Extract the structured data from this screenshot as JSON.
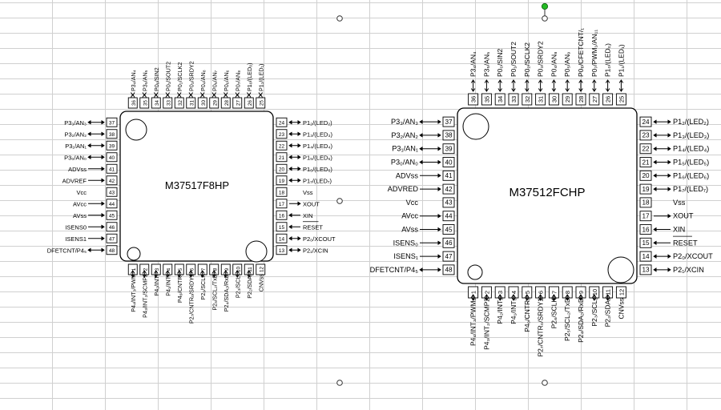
{
  "sheet": {
    "grid_color": "#d0d0d0",
    "selected_object": "right-chip-picture",
    "handle_color": "#ffffff",
    "rotate_handle_color": "#22bb22"
  },
  "chips": [
    {
      "id": "left",
      "name": "M37517F8HP",
      "left_pins": [
        {
          "num": "37",
          "label": "P3₃/AN₃",
          "dir": "in-out"
        },
        {
          "num": "38",
          "label": "P3₂/AN₂",
          "dir": "in-out"
        },
        {
          "num": "39",
          "label": "P3₁/AN₁",
          "dir": "in-out"
        },
        {
          "num": "40",
          "label": "P3₀/AN₀",
          "dir": "in-out"
        },
        {
          "num": "41",
          "label": "ADVss",
          "dir": "in"
        },
        {
          "num": "42",
          "label": "ADVREF",
          "dir": "in"
        },
        {
          "num": "43",
          "label": "Vcc",
          "dir": "none"
        },
        {
          "num": "44",
          "label": "AVcc",
          "dir": "in"
        },
        {
          "num": "45",
          "label": "AVss",
          "dir": "in"
        },
        {
          "num": "46",
          "label": "ISENS0",
          "dir": "in"
        },
        {
          "num": "47",
          "label": "ISENS1",
          "dir": "in"
        },
        {
          "num": "48",
          "label": "DFETCNT/P4₅",
          "dir": "in-out"
        }
      ],
      "right_pins": [
        {
          "num": "24",
          "label": "P1₂/(LED₂)",
          "dir": "in-out"
        },
        {
          "num": "23",
          "label": "P1₃/(LED₃)",
          "dir": "in-out"
        },
        {
          "num": "22",
          "label": "P1₄/(LED₄)",
          "dir": "in-out"
        },
        {
          "num": "21",
          "label": "P1₅/(LED₅)",
          "dir": "in-out"
        },
        {
          "num": "20",
          "label": "P1₆/(LED₆)",
          "dir": "in-out"
        },
        {
          "num": "19",
          "label": "P1₇/(LED₇)",
          "dir": "in-out"
        },
        {
          "num": "18",
          "label": "Vss",
          "dir": "none"
        },
        {
          "num": "17",
          "label": "XOUT",
          "dir": "out"
        },
        {
          "num": "16",
          "label": "XIN",
          "dir": "in"
        },
        {
          "num": "15",
          "label": "RESET",
          "dir": "in"
        },
        {
          "num": "14",
          "label": "P2₀/XCOUT",
          "dir": "in-out"
        },
        {
          "num": "13",
          "label": "P2₁/XCIN",
          "dir": "in-out"
        }
      ],
      "top_pins": [
        {
          "num": "36",
          "label": "P3₄/AN₄",
          "dir": "in-out"
        },
        {
          "num": "35",
          "label": "P3₅/AN₅",
          "dir": "in-out"
        },
        {
          "num": "34",
          "label": "P0₀/SIN2",
          "dir": "in-out"
        },
        {
          "num": "33",
          "label": "P0₁/SOUT2",
          "dir": "in-out"
        },
        {
          "num": "32",
          "label": "P0₂/SCLK2",
          "dir": "in-out"
        },
        {
          "num": "31",
          "label": "P0₃/SRDY2",
          "dir": "in-out"
        },
        {
          "num": "30",
          "label": "P0₄/AN₈",
          "dir": "in-out"
        },
        {
          "num": "29",
          "label": "P0₅/AN₇",
          "dir": "in-out"
        },
        {
          "num": "28",
          "label": "P0₆/AN₆",
          "dir": "in-out"
        },
        {
          "num": "27",
          "label": "P0₇/AN₈",
          "dir": "in-out"
        },
        {
          "num": "26",
          "label": "P1₀/(LED₀)",
          "dir": "in-out"
        },
        {
          "num": "25",
          "label": "P1₁/(LED₁)",
          "dir": "in-out"
        }
      ],
      "bottom_pins": [
        {
          "num": "1",
          "label": "P4₄/INT₃/PWM",
          "dir": "in-out"
        },
        {
          "num": "2",
          "label": "P4₃/INT₂/SCMP2",
          "dir": "in-out"
        },
        {
          "num": "3",
          "label": "P4₂/INT₁",
          "dir": "in-out"
        },
        {
          "num": "4",
          "label": "P4₁/INT₀",
          "dir": "in-out"
        },
        {
          "num": "5",
          "label": "P4₀/CNTR₁",
          "dir": "in-out"
        },
        {
          "num": "6",
          "label": "P2₇/CNTR₀/SRDY1",
          "dir": "in-out"
        },
        {
          "num": "7",
          "label": "P2₆/SCLK",
          "dir": "in-out"
        },
        {
          "num": "8",
          "label": "P2₅/SCL₂/TxD",
          "dir": "in-out"
        },
        {
          "num": "9",
          "label": "P2₄/SDA₂/RxD",
          "dir": "in-out"
        },
        {
          "num": "10",
          "label": "P2₃/SCL₁",
          "dir": "in-out"
        },
        {
          "num": "11",
          "label": "P2₂/SDA₁",
          "dir": "in-out"
        },
        {
          "num": "12",
          "label": "CNVss",
          "dir": "none"
        }
      ]
    },
    {
      "id": "right",
      "name": "M37512FCHP",
      "left_pins": [
        {
          "num": "37",
          "label": "P3₃/AN₃",
          "dir": "in-out"
        },
        {
          "num": "38",
          "label": "P3₂/AN₂",
          "dir": "in-out"
        },
        {
          "num": "39",
          "label": "P3₁/AN₁",
          "dir": "in-out"
        },
        {
          "num": "40",
          "label": "P3₀/AN₀",
          "dir": "in-out"
        },
        {
          "num": "41",
          "label": "ADVss",
          "dir": "in"
        },
        {
          "num": "42",
          "label": "ADVRED",
          "dir": "in"
        },
        {
          "num": "43",
          "label": "Vcc",
          "dir": "none"
        },
        {
          "num": "44",
          "label": "AVcc",
          "dir": "in"
        },
        {
          "num": "45",
          "label": "AVss",
          "dir": "in"
        },
        {
          "num": "46",
          "label": "ISENS₀",
          "dir": "in"
        },
        {
          "num": "47",
          "label": "ISENS₁",
          "dir": "in"
        },
        {
          "num": "48",
          "label": "DFETCNT/P4₅",
          "dir": "in-out"
        }
      ],
      "right_pins": [
        {
          "num": "24",
          "label": "P1₂/(LED₂)",
          "dir": "in-out"
        },
        {
          "num": "23",
          "label": "P1₃/(LED₃)",
          "dir": "in-out"
        },
        {
          "num": "22",
          "label": "P1₄/(LED₄)",
          "dir": "in-out"
        },
        {
          "num": "21",
          "label": "P1₅/(LED₅)",
          "dir": "in-out"
        },
        {
          "num": "20",
          "label": "P1₆/(LED₆)",
          "dir": "in-out"
        },
        {
          "num": "19",
          "label": "P1₇/(LED₇)",
          "dir": "in-out"
        },
        {
          "num": "18",
          "label": "Vss",
          "dir": "none"
        },
        {
          "num": "17",
          "label": "XOUT",
          "dir": "out"
        },
        {
          "num": "16",
          "label": "XIN",
          "dir": "in"
        },
        {
          "num": "15",
          "label": "RESET",
          "dir": "in"
        },
        {
          "num": "14",
          "label": "P2₀/XCOUT",
          "dir": "in-out"
        },
        {
          "num": "13",
          "label": "P2₁/XCIN",
          "dir": "in-out"
        }
      ],
      "top_pins": [
        {
          "num": "36",
          "label": "P3₄/AN₄",
          "dir": "in-out"
        },
        {
          "num": "35",
          "label": "P3₅/AN₅",
          "dir": "in-out"
        },
        {
          "num": "34",
          "label": "P0₀/SIN2",
          "dir": "in-out"
        },
        {
          "num": "33",
          "label": "P0₁/SOUT2",
          "dir": "in-out"
        },
        {
          "num": "32",
          "label": "P0₂/SCLK2",
          "dir": "in-out"
        },
        {
          "num": "31",
          "label": "P0₃/SRDY2",
          "dir": "in-out"
        },
        {
          "num": "30",
          "label": "P0₄/AN₈",
          "dir": "in-out"
        },
        {
          "num": "29",
          "label": "P0₅/AN₉",
          "dir": "in-out"
        },
        {
          "num": "28",
          "label": "P0₆/CFETCNT/₁",
          "dir": "in-out"
        },
        {
          "num": "27",
          "label": "P0₇/PWM₁/AN₁₁",
          "dir": "in-out"
        },
        {
          "num": "26",
          "label": "P1₀/(LED₀)",
          "dir": "in-out"
        },
        {
          "num": "25",
          "label": "P1₁/(LED₁)",
          "dir": "in-out"
        }
      ],
      "bottom_pins": [
        {
          "num": "1",
          "label": "P4₄/INT₃/PWM₀",
          "dir": "in-out"
        },
        {
          "num": "2",
          "label": "P4₃/INT₂/SCMP2",
          "dir": "in-out"
        },
        {
          "num": "3",
          "label": "P4₂/INT₁",
          "dir": "in-out"
        },
        {
          "num": "4",
          "label": "P4₁/INT₀",
          "dir": "in-out"
        },
        {
          "num": "5",
          "label": "P4₀/CNTR₁",
          "dir": "in-out"
        },
        {
          "num": "6",
          "label": "P2₇/CNTR₀/SRDY1",
          "dir": "in-out"
        },
        {
          "num": "7",
          "label": "P2₆/SCLK",
          "dir": "in-out"
        },
        {
          "num": "8",
          "label": "P2₅/SCL₂/TxD",
          "dir": "in-out"
        },
        {
          "num": "9",
          "label": "P2₄/SDA₂/RxD",
          "dir": "in-out"
        },
        {
          "num": "10",
          "label": "P2₃/SCL₁",
          "dir": "in-out"
        },
        {
          "num": "11",
          "label": "P2₂/SDA₁",
          "dir": "in-out"
        },
        {
          "num": "12",
          "label": "CNVss",
          "dir": "none"
        }
      ]
    }
  ]
}
